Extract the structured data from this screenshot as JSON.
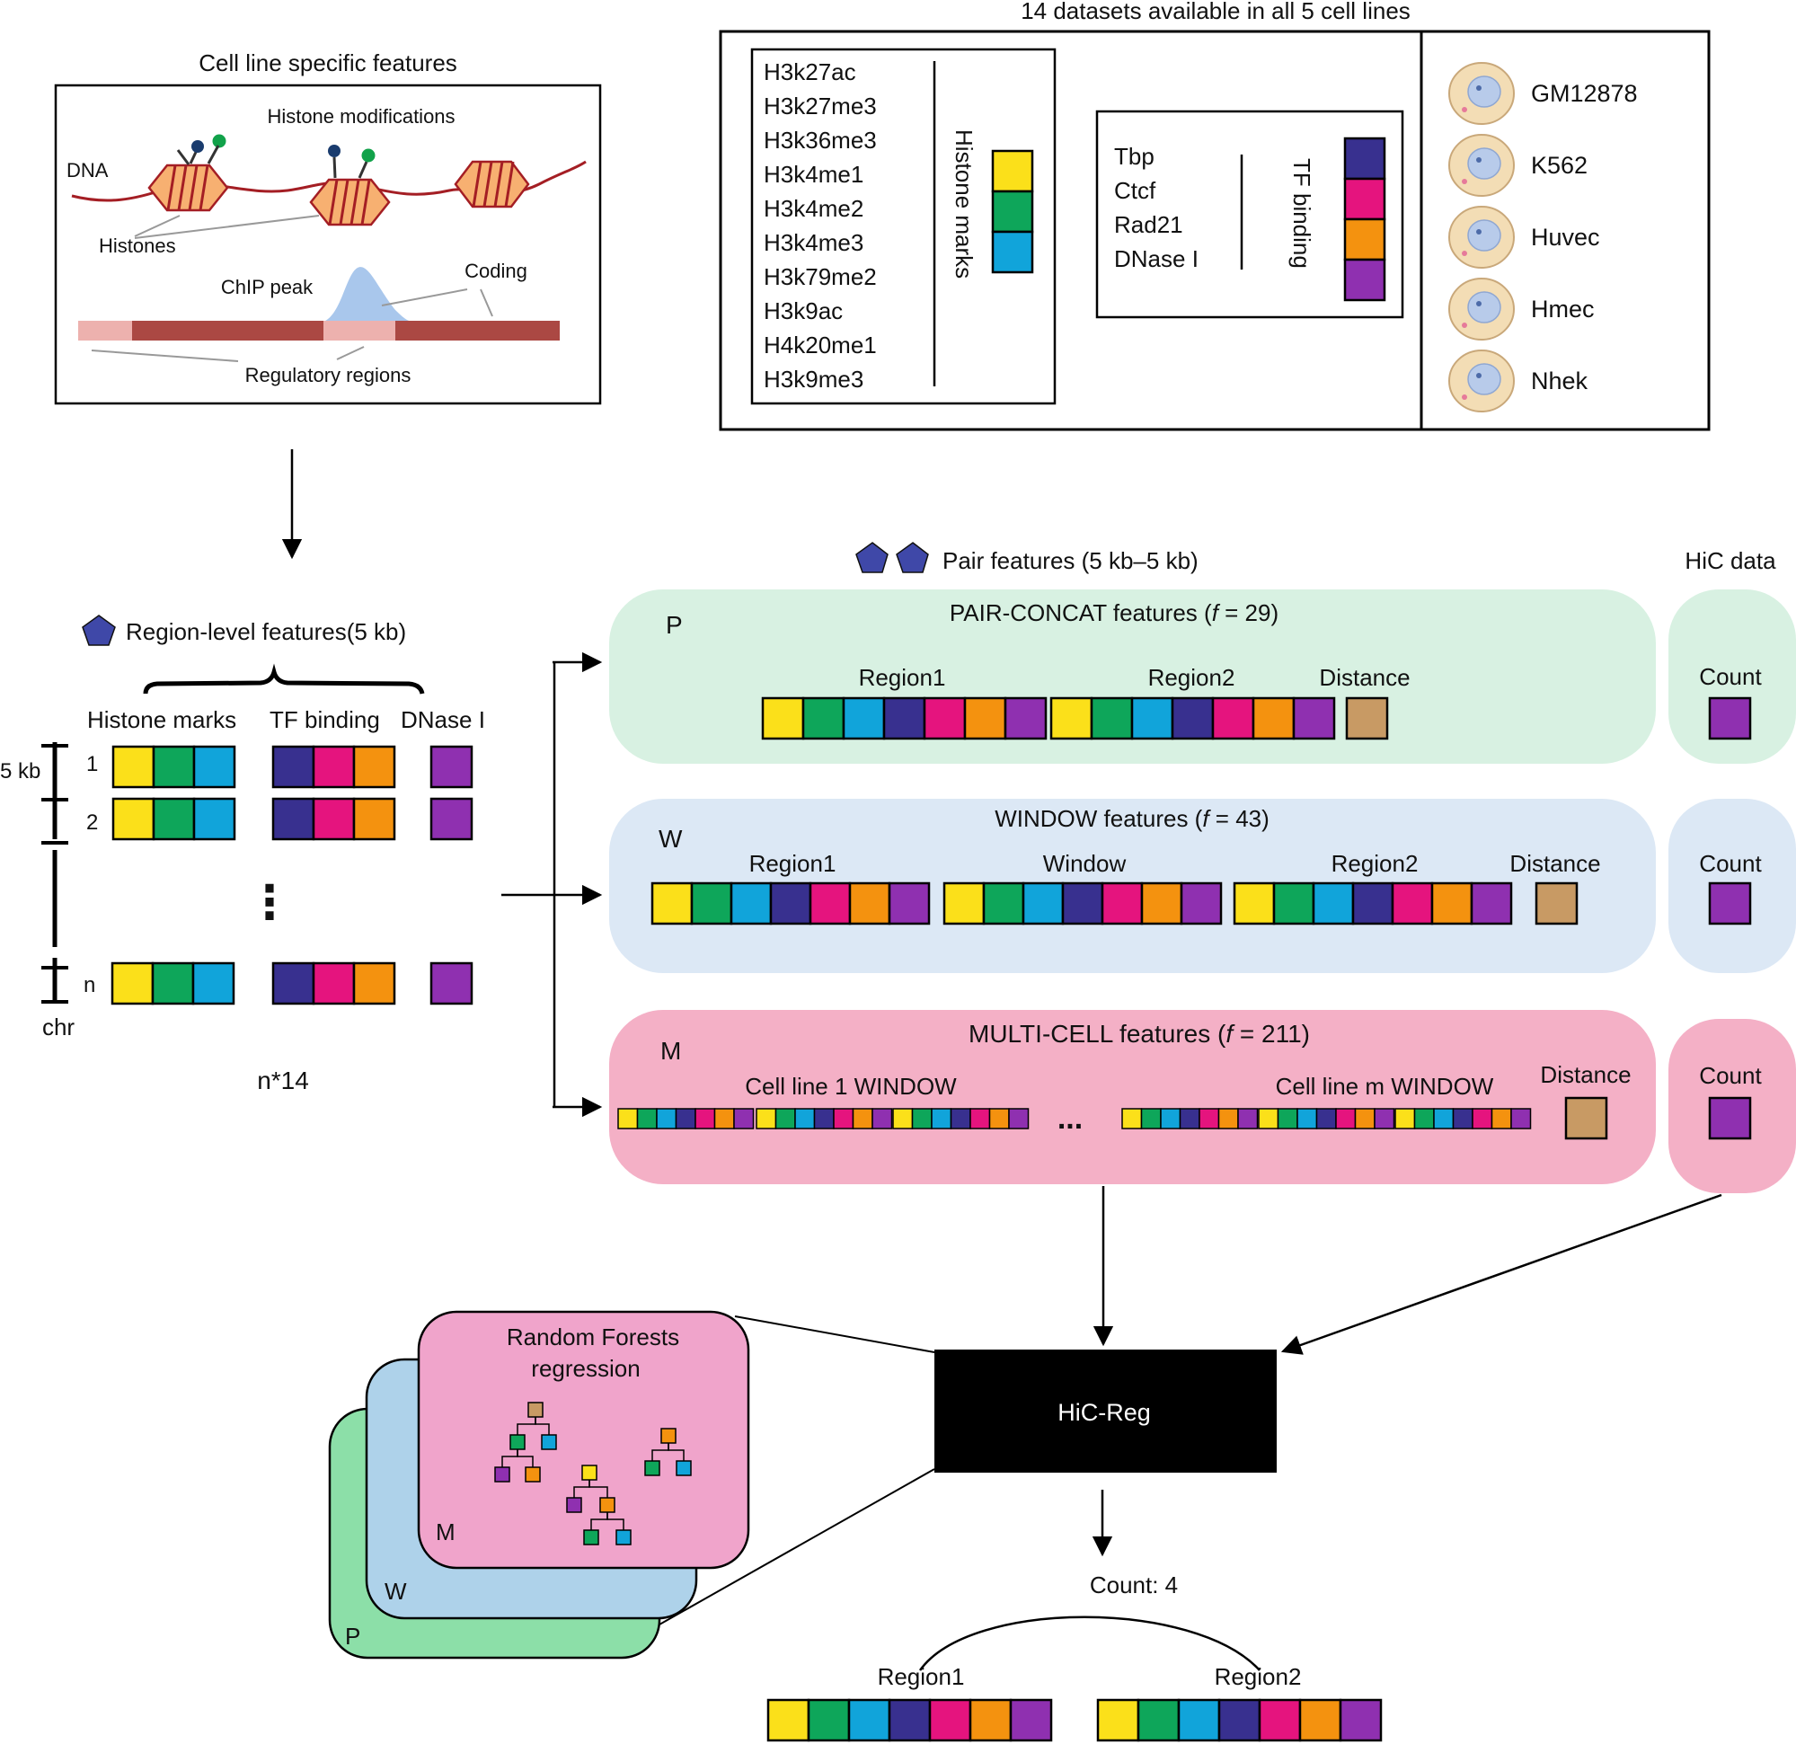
{
  "colors": {
    "yellow": "#FBE01A",
    "green": "#0EA65A",
    "cyan": "#11A4DA",
    "navy": "#38308F",
    "magenta": "#E5147E",
    "orange": "#F4920F",
    "purple": "#8F30B0",
    "brown": "#C89A64",
    "panel_green": "#D8F1E2",
    "panel_blue": "#DCE8F5",
    "panel_pink": "#F4B0C6",
    "dna_red": "#A41E24",
    "nucleosome_orange": "#F7B071",
    "chip_blue": "#A9C7EC",
    "track_dark": "#AB4843",
    "track_light": "#EDB1AE",
    "stack_green": "#8CDFA8",
    "stack_blue": "#AED2EA",
    "stack_pink": "#F0A4CB",
    "pentagon": "#3F48A8"
  },
  "cell_features": {
    "title": "Cell line specific features",
    "histone_modifications": "Histone modifications",
    "dna": "DNA",
    "histones": "Histones",
    "chip_peak": "ChIP peak",
    "coding": "Coding",
    "regulatory_regions": "Regulatory regions"
  },
  "datasets": {
    "title": "14 datasets available in all 5 cell lines",
    "histone_list": [
      "H3k27ac",
      "H3k27me3",
      "H3k36me3",
      "H3k4me1",
      "H3k4me2",
      "H3k4me3",
      "H3k79me2",
      "H3k9ac",
      "H4k20me1",
      "H3k9me3"
    ],
    "histone_label": "Histone marks",
    "tf_list": [
      "Tbp",
      "Ctcf",
      "Rad21",
      "DNase I"
    ],
    "tf_label": "TF binding",
    "cell_lines": [
      "GM12878",
      "K562",
      "Huvec",
      "Hmec",
      "Nhek"
    ]
  },
  "region_level": {
    "title": "Region-level features(5 kb)",
    "col_histone": "Histone marks",
    "col_tf": "TF binding",
    "col_dnase": "DNase I",
    "scale_label": "5 kb",
    "rows": [
      "1",
      "2",
      "n"
    ],
    "ellipsis": "⋮",
    "chr_label": "chr",
    "count_label": "n*14"
  },
  "pair": {
    "title": "Pair  features (5 kb–5 kb)",
    "hic_title": "HiC data",
    "count_label": "Count"
  },
  "panels": {
    "p": {
      "letter": "P",
      "title_text": "PAIR-CONCAT features (",
      "f_symbol": "f",
      "f_value": " = 29)",
      "region1": "Region1",
      "region2": "Region2",
      "distance": "Distance"
    },
    "w": {
      "letter": "W",
      "title_text": "WINDOW features (",
      "f_symbol": "f",
      "f_value": " = 43)",
      "region1": "Region1",
      "window": "Window",
      "region2": "Region2",
      "distance": "Distance"
    },
    "m": {
      "letter": "M",
      "title_text": "MULTI-CELL features (",
      "f_symbol": "f",
      "f_value": " = 211)",
      "cell1": "Cell line 1 WINDOW",
      "cellm": "Cell line m WINDOW",
      "distance": "Distance",
      "dots": "..."
    }
  },
  "model": {
    "rf_line1": "Random Forests",
    "rf_line2": "regression",
    "stack_letters": [
      "M",
      "W",
      "P"
    ],
    "hicreg_label": "HiC-Reg",
    "output_count": "Count: 4",
    "out_region1": "Region1",
    "out_region2": "Region2"
  }
}
